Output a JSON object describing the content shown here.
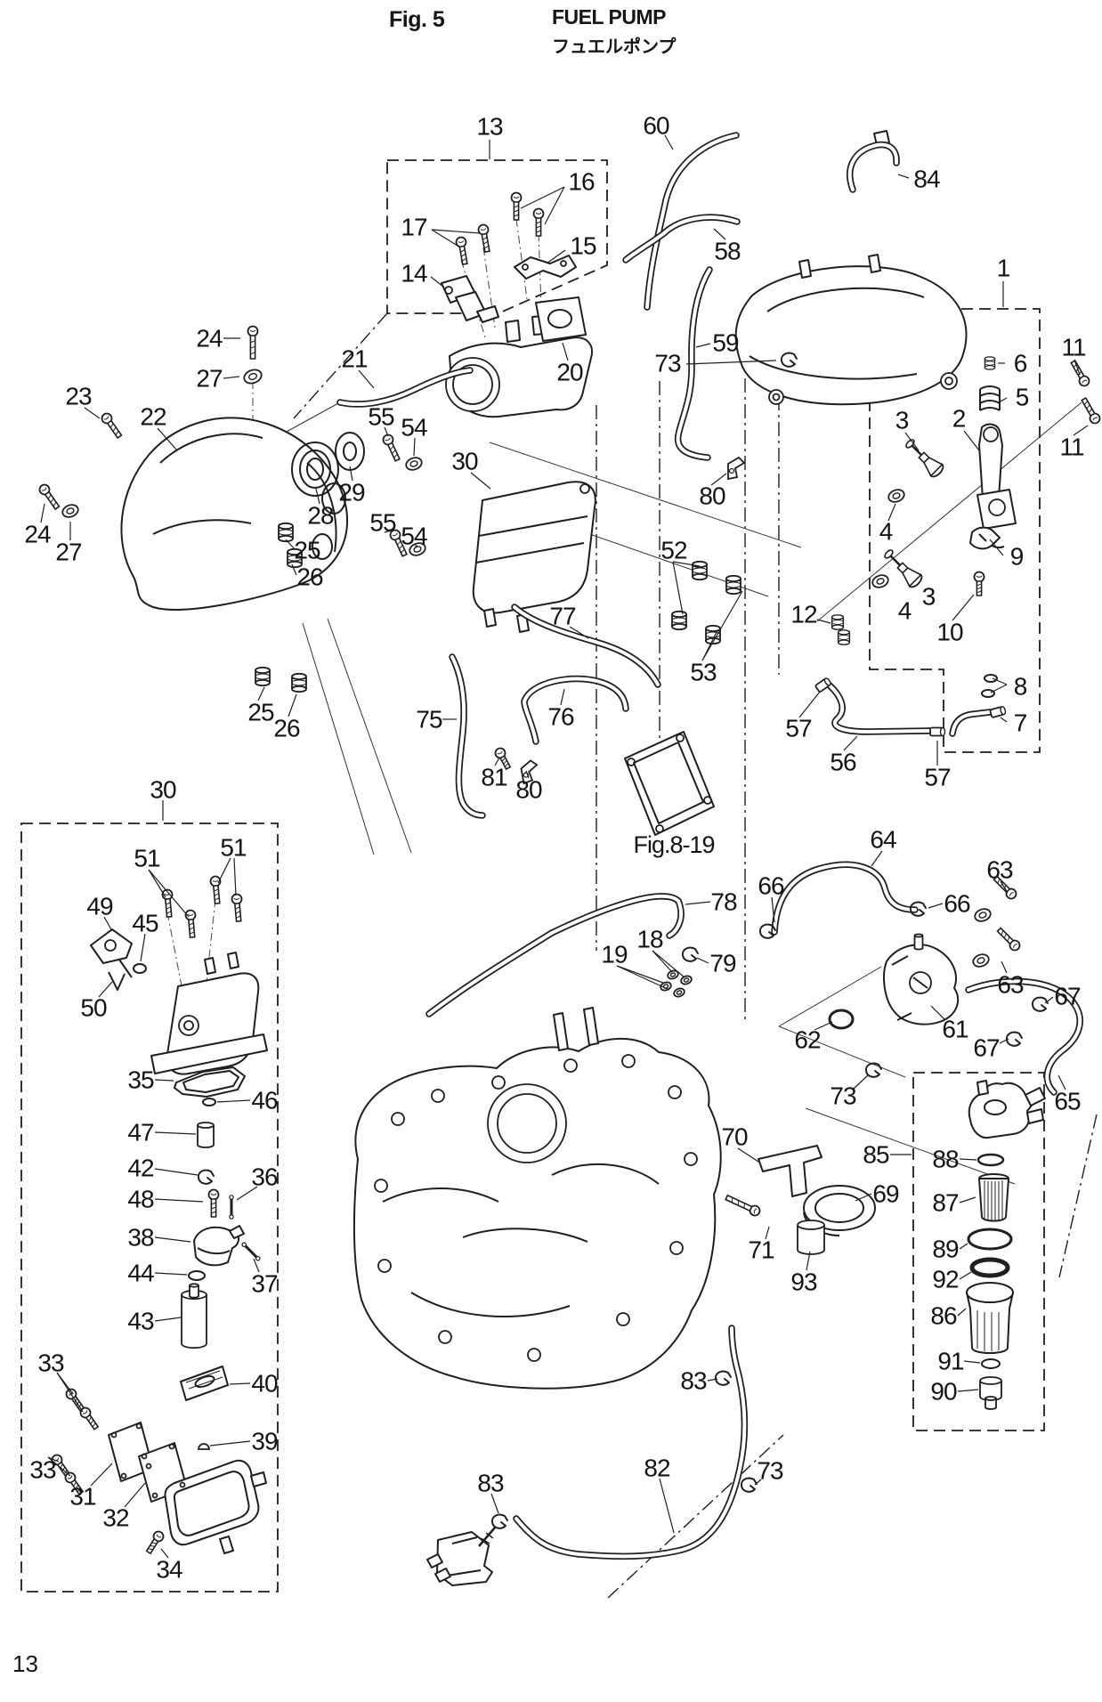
{
  "header": {
    "fig_label": "Fig. 5",
    "title_en": "FUEL PUMP",
    "title_jp": "フュエルポンプ"
  },
  "footer": {
    "page_number": "13"
  },
  "diagram": {
    "fig_ref": "Fig.8-19",
    "labels": [
      [
        "1",
        1127,
        301
      ],
      [
        "2",
        1077,
        470
      ],
      [
        "3",
        1013,
        472
      ],
      [
        "3",
        1043,
        670
      ],
      [
        "4",
        995,
        597
      ],
      [
        "4",
        1016,
        686
      ],
      [
        "5",
        1148,
        446
      ],
      [
        "6",
        1146,
        408
      ],
      [
        "7",
        1146,
        812
      ],
      [
        "8",
        1146,
        771
      ],
      [
        "9",
        1142,
        625
      ],
      [
        "10",
        1067,
        710
      ],
      [
        "11",
        1206,
        390
      ],
      [
        "11",
        1204,
        502
      ],
      [
        "12",
        903,
        690
      ],
      [
        "13",
        550,
        142
      ],
      [
        "14",
        465,
        307
      ],
      [
        "15",
        655,
        276
      ],
      [
        "16",
        653,
        204
      ],
      [
        "17",
        465,
        255
      ],
      [
        "18",
        730,
        1055
      ],
      [
        "19",
        690,
        1072
      ],
      [
        "20",
        640,
        418
      ],
      [
        "21",
        398,
        403
      ],
      [
        "22",
        172,
        468
      ],
      [
        "23",
        88,
        445
      ],
      [
        "24",
        235,
        380
      ],
      [
        "24",
        42,
        600
      ],
      [
        "25",
        345,
        618
      ],
      [
        "25",
        293,
        800
      ],
      [
        "26",
        348,
        648
      ],
      [
        "26",
        322,
        818
      ],
      [
        "27",
        235,
        425
      ],
      [
        "27",
        77,
        620
      ],
      [
        "28",
        360,
        579
      ],
      [
        "29",
        395,
        553
      ],
      [
        "30",
        522,
        518
      ],
      [
        "30",
        183,
        887
      ],
      [
        "31",
        93,
        1681
      ],
      [
        "32",
        130,
        1705
      ],
      [
        "33",
        57,
        1531
      ],
      [
        "33",
        48,
        1651
      ],
      [
        "34",
        190,
        1763
      ],
      [
        "35",
        158,
        1213
      ],
      [
        "36",
        297,
        1322
      ],
      [
        "37",
        297,
        1442
      ],
      [
        "38",
        158,
        1390
      ],
      [
        "39",
        297,
        1619
      ],
      [
        "40",
        297,
        1554
      ],
      [
        "42",
        158,
        1312
      ],
      [
        "43",
        158,
        1484
      ],
      [
        "44",
        158,
        1430
      ],
      [
        "45",
        163,
        1037
      ],
      [
        "46",
        297,
        1236
      ],
      [
        "47",
        158,
        1272
      ],
      [
        "48",
        158,
        1347
      ],
      [
        "49",
        112,
        1018
      ],
      [
        "50",
        105,
        1132
      ],
      [
        "51",
        165,
        964
      ],
      [
        "51",
        262,
        952
      ],
      [
        "52",
        757,
        618
      ],
      [
        "53",
        790,
        755
      ],
      [
        "54",
        465,
        480
      ],
      [
        "54",
        465,
        602
      ],
      [
        "55",
        428,
        468
      ],
      [
        "55",
        430,
        587
      ],
      [
        "56",
        947,
        856
      ],
      [
        "57",
        897,
        818
      ],
      [
        "57",
        1053,
        873
      ],
      [
        "58",
        817,
        282
      ],
      [
        "59",
        815,
        385
      ],
      [
        "60",
        737,
        141
      ],
      [
        "61",
        1073,
        1156
      ],
      [
        "62",
        907,
        1168
      ],
      [
        "63",
        1123,
        977
      ],
      [
        "63",
        1135,
        1106
      ],
      [
        "64",
        992,
        943
      ],
      [
        "65",
        1199,
        1237
      ],
      [
        "66",
        866,
        995
      ],
      [
        "66",
        1075,
        1015
      ],
      [
        "67",
        1199,
        1119
      ],
      [
        "67",
        1108,
        1177
      ],
      [
        "69",
        995,
        1341
      ],
      [
        "70",
        825,
        1277
      ],
      [
        "71",
        855,
        1404
      ],
      [
        "73",
        750,
        408
      ],
      [
        "73",
        947,
        1231
      ],
      [
        "73",
        865,
        1652
      ],
      [
        "75",
        482,
        808
      ],
      [
        "76",
        630,
        805
      ],
      [
        "77",
        632,
        692
      ],
      [
        "78",
        813,
        1013
      ],
      [
        "79",
        812,
        1082
      ],
      [
        "80",
        800,
        557
      ],
      [
        "80",
        594,
        887
      ],
      [
        "81",
        555,
        873
      ],
      [
        "82",
        738,
        1649
      ],
      [
        "83",
        779,
        1551
      ],
      [
        "83",
        551,
        1666
      ],
      [
        "84",
        1041,
        201
      ],
      [
        "85",
        984,
        1297
      ],
      [
        "86",
        1060,
        1478
      ],
      [
        "87",
        1062,
        1351
      ],
      [
        "88",
        1062,
        1302
      ],
      [
        "89",
        1062,
        1403
      ],
      [
        "90",
        1060,
        1563
      ],
      [
        "91",
        1068,
        1529
      ],
      [
        "92",
        1062,
        1437
      ],
      [
        "93",
        903,
        1440
      ],
      [
        "Fig.8-19",
        757,
        949,
        27
      ]
    ]
  }
}
